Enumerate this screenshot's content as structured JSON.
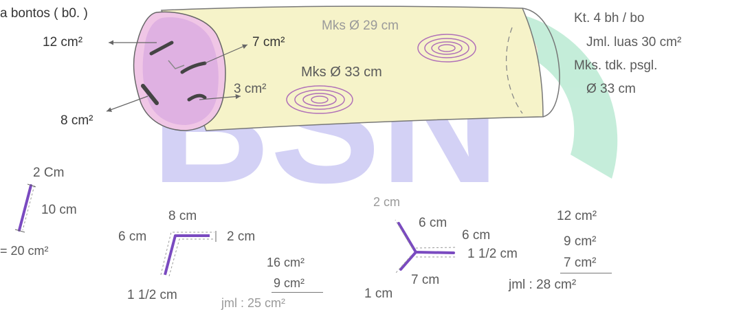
{
  "title": "a bontos ( b0. )",
  "watermark": {
    "text": "BSN",
    "colors": [
      "#4a3fd6",
      "#2fc07a",
      "#ffb36b"
    ]
  },
  "log": {
    "cross_section_labels": [
      "12 cm²",
      "7 cm²",
      "3 cm²",
      "8 cm²"
    ],
    "knot_labels": [
      "Mks Ø 29 cm",
      "Mks Ø 33 cm"
    ]
  },
  "summary": {
    "line1": "Kt. 4 bh / bo",
    "line2": "Jml. luas 30 cm²",
    "line3": "Mks. tdk. psgl.",
    "line4": "Ø 33 cm"
  },
  "example1": {
    "top": "2 Cm",
    "length": "10 cm",
    "result": "= 20 cm²"
  },
  "example2": {
    "top": "8 cm",
    "left": "6 cm",
    "right": "2 cm",
    "bottom": "1 1/2 cm",
    "calc": [
      "16 cm²",
      "9 cm²",
      "jml : 25 cm²"
    ]
  },
  "example3": {
    "top": "2 cm",
    "a": "6 cm",
    "b": "6 cm",
    "c": "1 1/2 cm",
    "d": "7 cm",
    "e": "1 cm",
    "calc": [
      "12 cm²",
      "9 cm²",
      "7 cm²",
      "jml : 28 cm²"
    ]
  },
  "colors": {
    "log_fill": "#f6f3c9",
    "outline": "#666666",
    "knot": "#b070b8",
    "cut_face": "#e6b4e0",
    "stroke_purple": "#7a4ac0"
  }
}
